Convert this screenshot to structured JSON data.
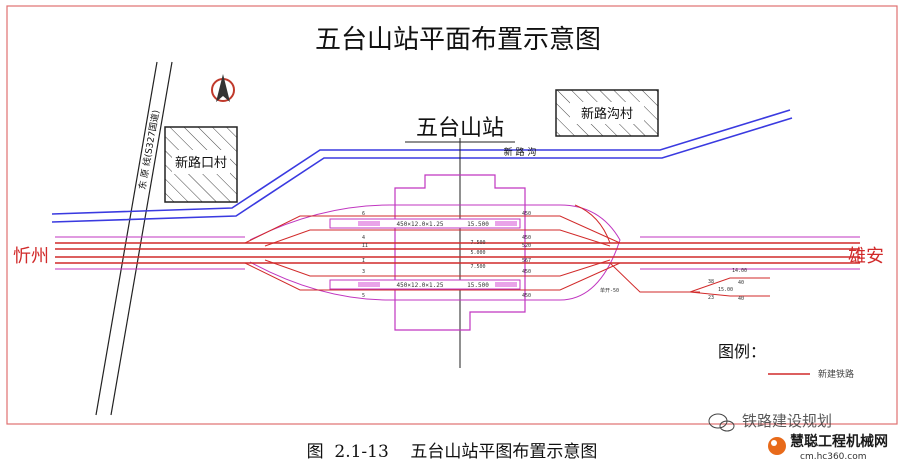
{
  "title": "五台山站平面布置示意图",
  "station_name": "五台山站",
  "villages": {
    "left": "新路口村",
    "right": "新路沟村"
  },
  "roads": {
    "highway": "东 原 线(S327国道)",
    "village_road": "新 路 沟"
  },
  "cities": {
    "west": "忻州",
    "east": "雄安"
  },
  "platforms": {
    "upper_dims": "450×12.0×1.25",
    "lower_dims": "450×12.0×1.25",
    "upper_side": "15.500",
    "lower_side": "15.500"
  },
  "track_numbers": [
    "6",
    "4",
    "II",
    "I",
    "3",
    "5"
  ],
  "track_spacing": [
    "7.500",
    "5.000",
    "7.500"
  ],
  "right_labels": [
    "450",
    "450",
    "520",
    "567",
    "450",
    "450"
  ],
  "branch_labels": {
    "switch": "单开-50",
    "top": "14.00",
    "mid_a": "38",
    "mid_b": "40",
    "mid_c": "15.00",
    "bottom_a": "23",
    "bottom_b": "40"
  },
  "legend": {
    "heading": "图例：",
    "items": [
      {
        "label": "新建铁路",
        "color": "#d12a2a"
      }
    ]
  },
  "caption": "图  2.1-13    五台山站平图布置示意图",
  "watermark": {
    "wechat": "铁路建设规划",
    "site_name": "慧聪工程机械网",
    "site_url": "cm.hc360.com"
  },
  "colors": {
    "rail_new": "#d12a2a",
    "station_outline": "#c036c0",
    "road": "#3a3ae0",
    "frame": "#e07070"
  }
}
